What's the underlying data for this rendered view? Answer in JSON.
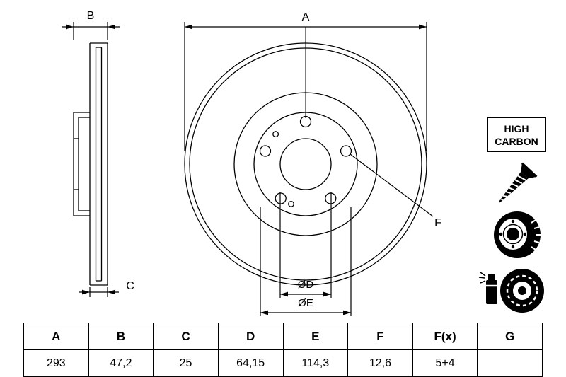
{
  "drawing": {
    "labels": {
      "a": "A",
      "b": "B",
      "c": "C",
      "f": "F",
      "diameter_d": "ØD",
      "diameter_e": "ØE"
    },
    "badge": {
      "line1": "HIGH",
      "line2": "CARBON"
    }
  },
  "table": {
    "headers": [
      "A",
      "B",
      "C",
      "D",
      "E",
      "F",
      "F(x)",
      "G"
    ],
    "values": [
      "293",
      "47,2",
      "25",
      "64,15",
      "114,3",
      "12,6",
      "5+4",
      ""
    ]
  }
}
